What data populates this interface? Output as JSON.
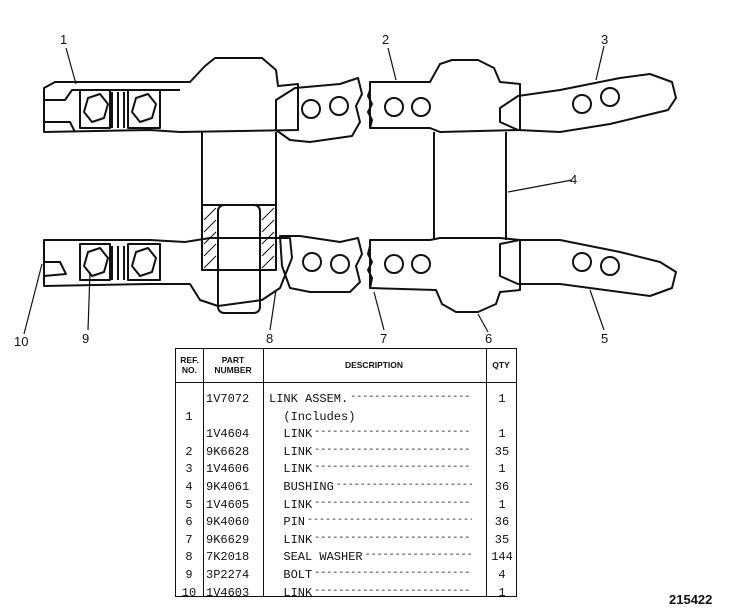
{
  "callouts": [
    "1",
    "2",
    "3",
    "4",
    "5",
    "6",
    "7",
    "8",
    "9",
    "10"
  ],
  "table": {
    "headers": {
      "ref": "REF.\nNO.",
      "part": "PART\nNUMBER",
      "desc": "DESCRIPTION",
      "qty": "QTY"
    },
    "rows": [
      {
        "ref": "",
        "part": "1V7072",
        "desc": "LINK ASSEM.",
        "qty": "1"
      },
      {
        "ref": "1",
        "part": "",
        "desc": "  (Includes)",
        "qty": ""
      },
      {
        "ref": "",
        "part": "1V4604",
        "desc": "  LINK",
        "qty": "1"
      },
      {
        "ref": "2",
        "part": "9K6628",
        "desc": "  LINK",
        "qty": "35"
      },
      {
        "ref": "3",
        "part": "1V4606",
        "desc": "  LINK",
        "qty": "1"
      },
      {
        "ref": "4",
        "part": "9K4061",
        "desc": "  BUSHING",
        "qty": "36"
      },
      {
        "ref": "5",
        "part": "1V4605",
        "desc": "  LINK",
        "qty": "1"
      },
      {
        "ref": "6",
        "part": "9K4060",
        "desc": "  PIN",
        "qty": "36"
      },
      {
        "ref": "7",
        "part": "9K6629",
        "desc": "  LINK",
        "qty": "35"
      },
      {
        "ref": "8",
        "part": "7K2018",
        "desc": "  SEAL WASHER",
        "qty": "144"
      },
      {
        "ref": "9",
        "part": "3P2274",
        "desc": "  BOLT",
        "qty": "4"
      },
      {
        "ref": "10",
        "part": "1V4603",
        "desc": "  LINK",
        "qty": "1"
      }
    ]
  },
  "drawing_number": "215422"
}
